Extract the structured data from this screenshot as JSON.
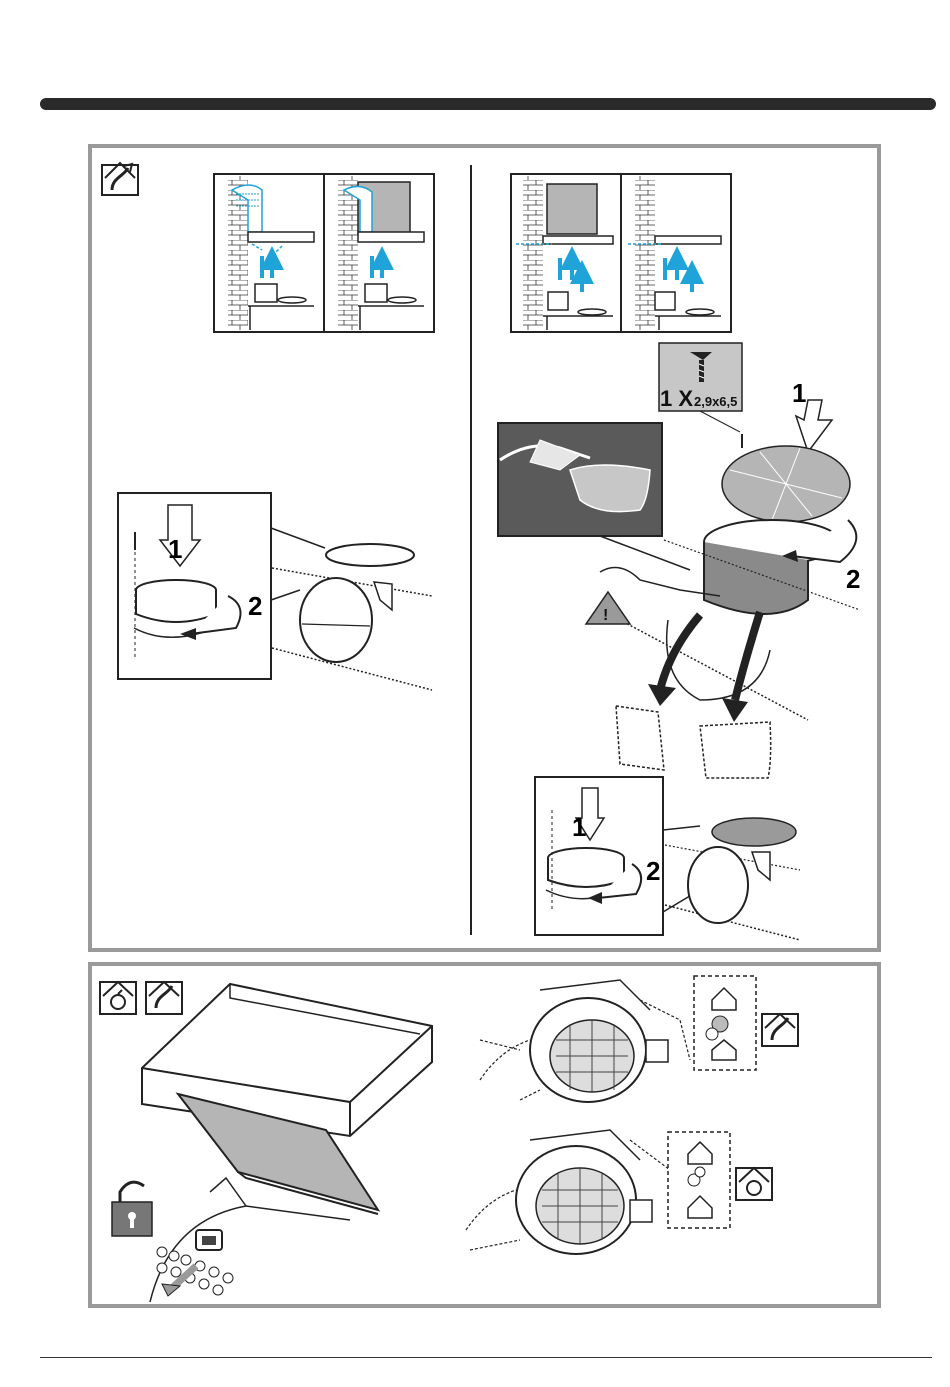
{
  "labels": {
    "step1": "1",
    "step2": "2",
    "screw_qty": "1 X",
    "screw_size": "2,9x6,5"
  },
  "icons": {
    "ducted_mode": "ducted-mode-icon",
    "recirc_mode": "recirculation-mode-icon",
    "warning": "warning-icon",
    "screw": "screw-icon",
    "padlock": "unlock-padlock-icon"
  },
  "colors": {
    "airflow": "#1fa3d8",
    "panel_border": "#9a9a9a",
    "filter_gray": "#b5b5b5",
    "dark_inset": "#5a5a5a"
  }
}
